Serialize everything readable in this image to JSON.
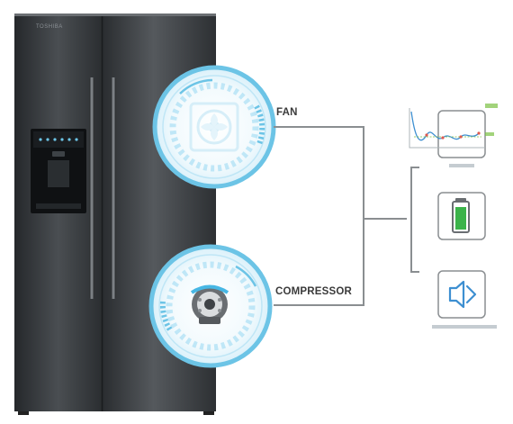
{
  "labels": {
    "fan": "FAN",
    "compressor": "COMPRESSOR"
  },
  "fridge": {
    "brand": "TOSHIBA"
  },
  "colors": {
    "accent_blue": "#6cc4e6",
    "ring_blue": "#9ed8f0",
    "fridge_dark": "#2f3236",
    "connector_gray": "#8a8e91",
    "battery_green": "#3bb34a"
  },
  "icons": [
    "fan-icon",
    "compressor-icon",
    "wave-chart-icon",
    "battery-icon",
    "mute-icon"
  ]
}
